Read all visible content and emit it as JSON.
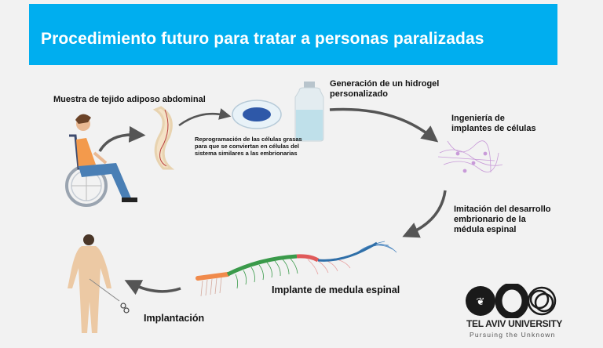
{
  "header": {
    "title": "Procedimiento futuro para tratar a personas paralizadas",
    "background_color": "#00aeef",
    "text_color": "#ffffff"
  },
  "steps": [
    {
      "id": "sample",
      "label": "Muestra de tejido adiposo abdominal",
      "icon": "wheelchair-patient-icon"
    },
    {
      "id": "reprogramming",
      "label_lines": [
        "Reprogramación de las células grasas",
        "para que se conviertan en células del",
        "sistema similares a las embrionarias"
      ],
      "icon": "petri-dish-icon"
    },
    {
      "id": "hydrogel",
      "label_lines": [
        "Generación de un hidrogel",
        "personalizado"
      ],
      "icon": "vial-icon"
    },
    {
      "id": "engineering",
      "label_lines": [
        "Ingeniería de",
        "implantes de células"
      ],
      "icon": "cell-network-icon"
    },
    {
      "id": "imitation",
      "label_lines": [
        "Imitación del desarrollo",
        "embrionario de la",
        "médula espinal"
      ],
      "icon": "curved-arrow-icon"
    },
    {
      "id": "implant",
      "label": "Implante de medula espinal",
      "icon": "spinal-cord-icon"
    },
    {
      "id": "implantation",
      "label": "Implantación",
      "icon": "human-body-icon"
    }
  ],
  "colors": {
    "background": "#f2f2f2",
    "arrow": "#555555",
    "spine_orange": "#f08a4b",
    "spine_green": "#3a9a4a",
    "spine_red": "#e05a5a",
    "spine_blue": "#2f6fa8",
    "cells": "#c89ad8"
  },
  "logo": {
    "name": "TEL AVIV UNIVERSITY",
    "tagline": "Pursuing the Unknown"
  }
}
